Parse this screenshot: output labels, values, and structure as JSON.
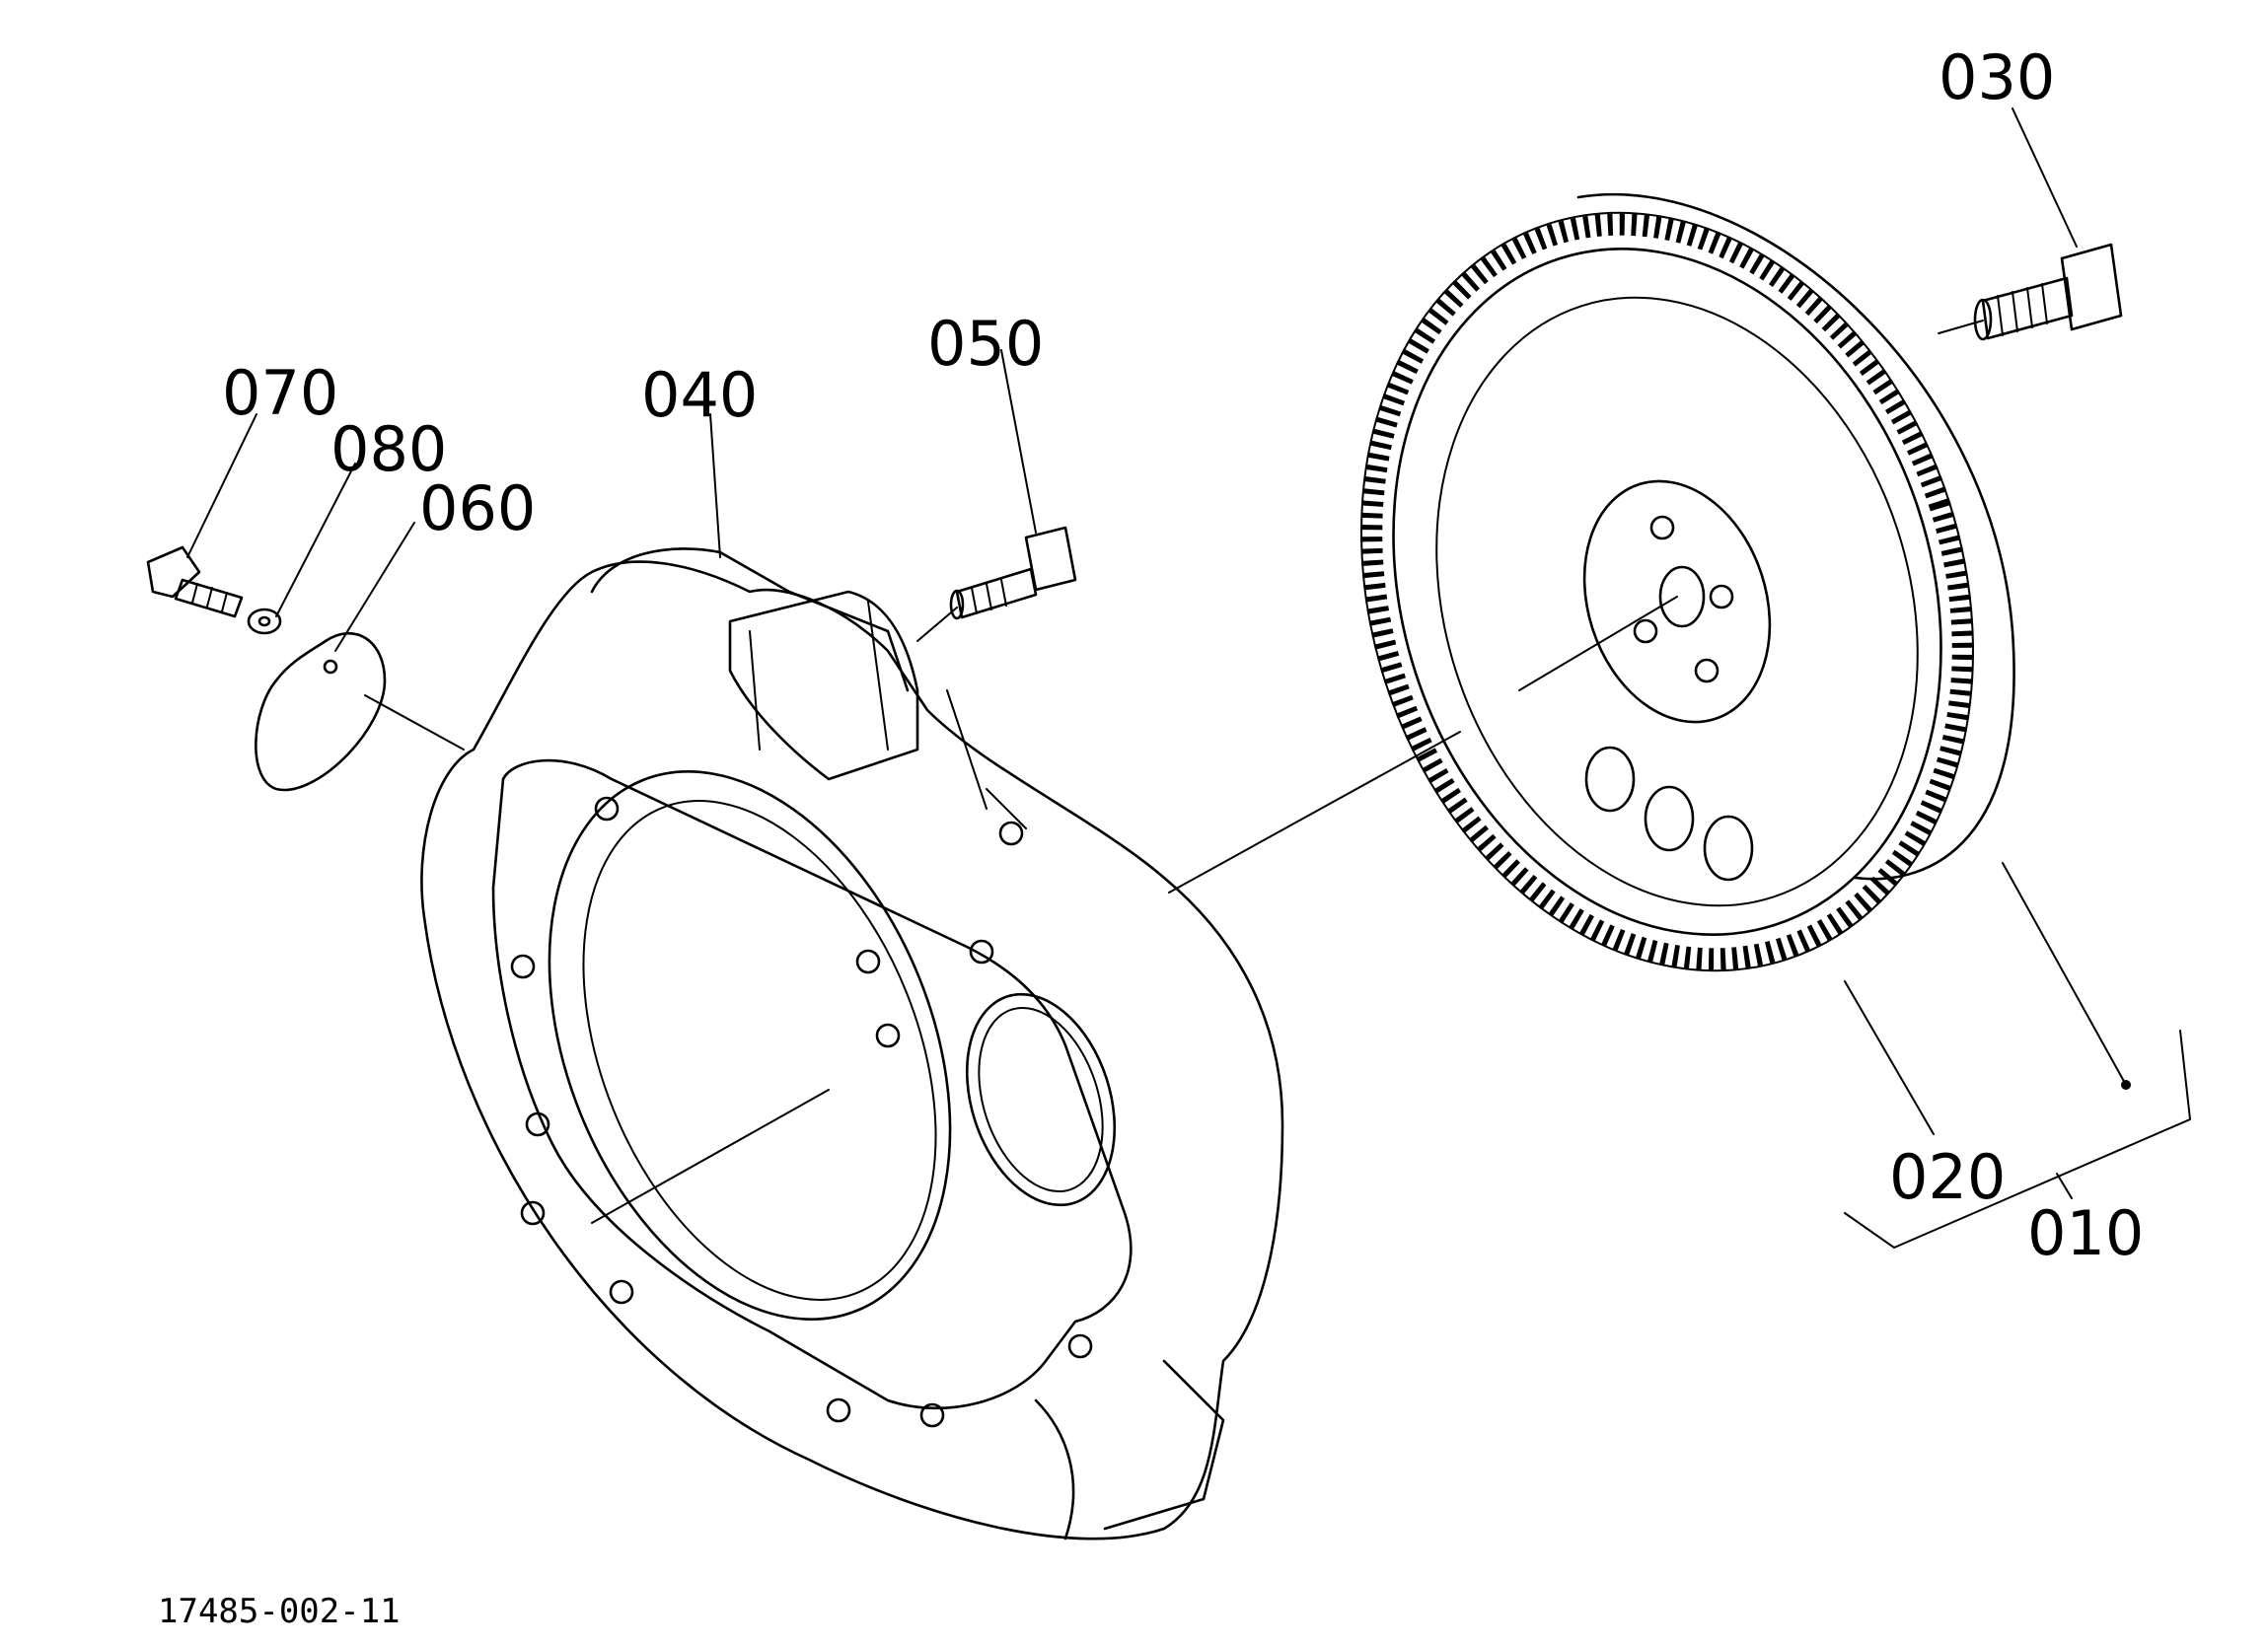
{
  "drawing_number": "17485-002-11",
  "callouts": {
    "flywheel_assembly": "010",
    "flywheel": "020",
    "flywheel_bolt": "030",
    "flywheel_housing": "040",
    "housing_bolt": "050",
    "cover_plate": "060",
    "cover_bolt": "070",
    "washer": "080"
  }
}
